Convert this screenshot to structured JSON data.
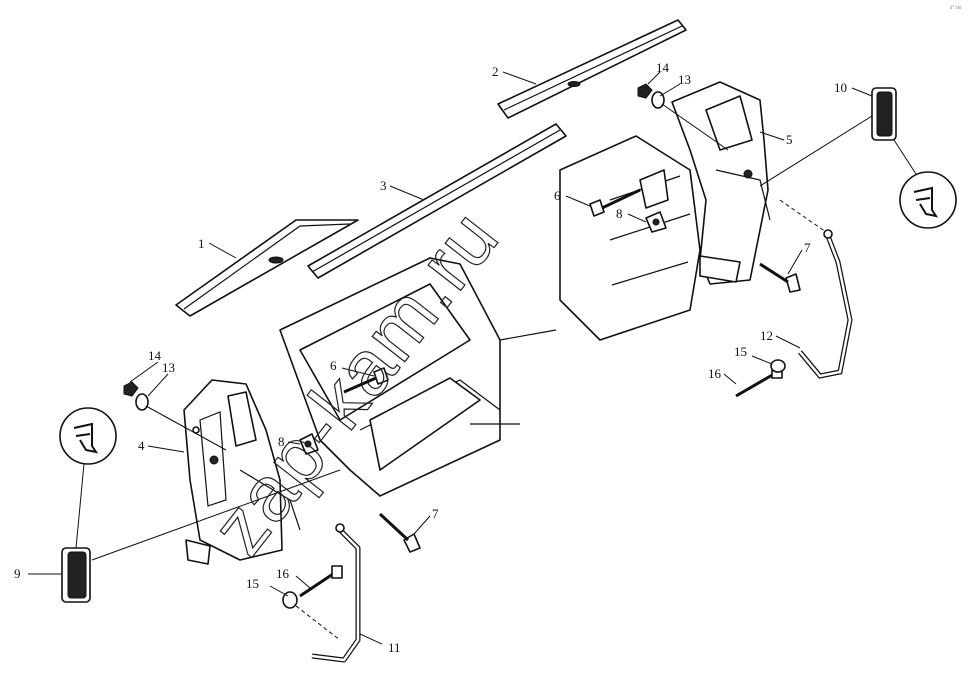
{
  "watermark": "zap-kam.ru",
  "corner_mark": "z° oo",
  "callouts": {
    "c1": "1",
    "c2": "2",
    "c3": "3",
    "c4": "4",
    "c5": "5",
    "c6a": "6",
    "c6b": "6",
    "c7a": "7",
    "c7b": "7",
    "c8a": "8",
    "c8b": "8",
    "c9": "9",
    "c10": "10",
    "c11": "11",
    "c12": "12",
    "c13a": "13",
    "c13b": "13",
    "c14a": "14",
    "c14b": "14",
    "c15a": "15",
    "c15b": "15",
    "c16a": "16",
    "c16b": "16"
  }
}
